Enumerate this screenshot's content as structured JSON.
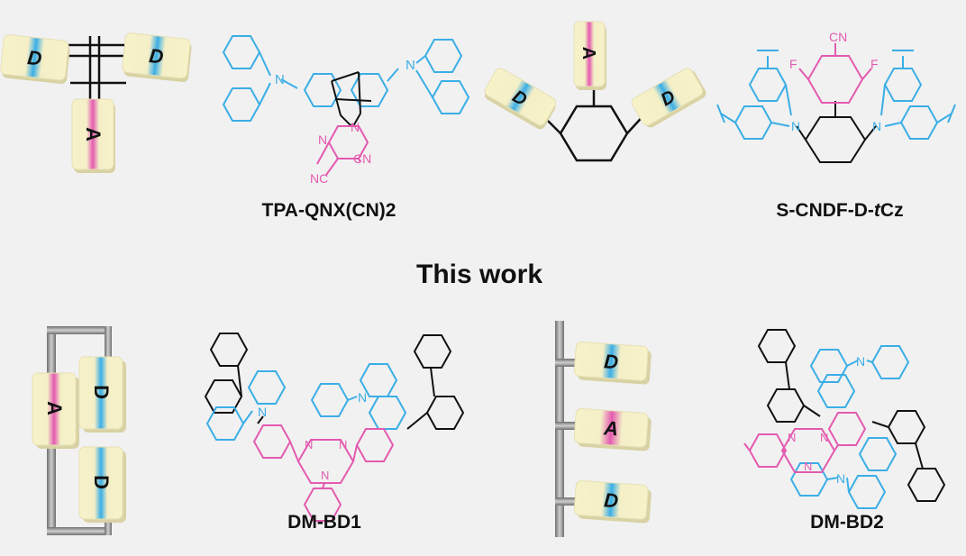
{
  "heading": "This work",
  "labels": {
    "tpa": "TPA-QNX(CN)2",
    "scndf": "S-CNDF-D-",
    "scndf_italic": "t",
    "scndf_tail": "Cz",
    "dmbd1": "DM-BD1",
    "dmbd2": "DM-BD2"
  },
  "blocks": {
    "donor": "D",
    "acceptor": "A"
  },
  "atoms": {
    "N": "N",
    "F": "F",
    "CN": "CN",
    "NC": "NC"
  },
  "colors": {
    "donor": "#3aaee6",
    "acceptor": "#e45ab0",
    "block_base": "#f7f2c8",
    "bond": "#111111",
    "frame": "#8a8a8a"
  }
}
